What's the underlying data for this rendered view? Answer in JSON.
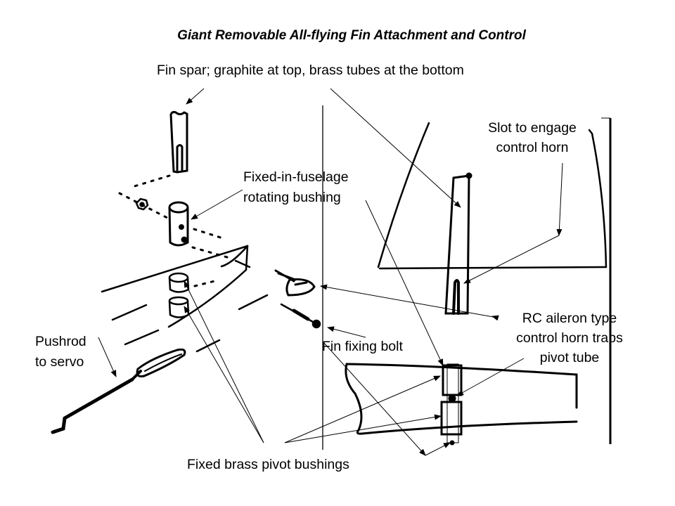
{
  "title": "Giant Removable All-flying Fin Attachment and Control",
  "labels": {
    "fin_spar": "Fin spar; graphite at top, brass tubes at the bottom",
    "slot_line1": "Slot to engage",
    "slot_line2": "control horn",
    "bushing_line1": "Fixed-in-fuselage",
    "bushing_line2": "rotating bushing",
    "horn_line1": "RC aileron type",
    "horn_line2": "control horn traps",
    "horn_line3": "pivot tube",
    "pushrod_line1": "Pushrod",
    "pushrod_line2": "to servo",
    "bolt": "Fin fixing bolt",
    "pivot_bushings": "Fixed brass pivot bushings"
  },
  "parts": [
    "fin-spar",
    "rotating-bushing",
    "upper-brass-pivot-bushing",
    "lower-brass-pivot-bushing",
    "control-horn",
    "fin-fixing-bolt",
    "pushrod",
    "fin-outline",
    "fuselage-section"
  ]
}
